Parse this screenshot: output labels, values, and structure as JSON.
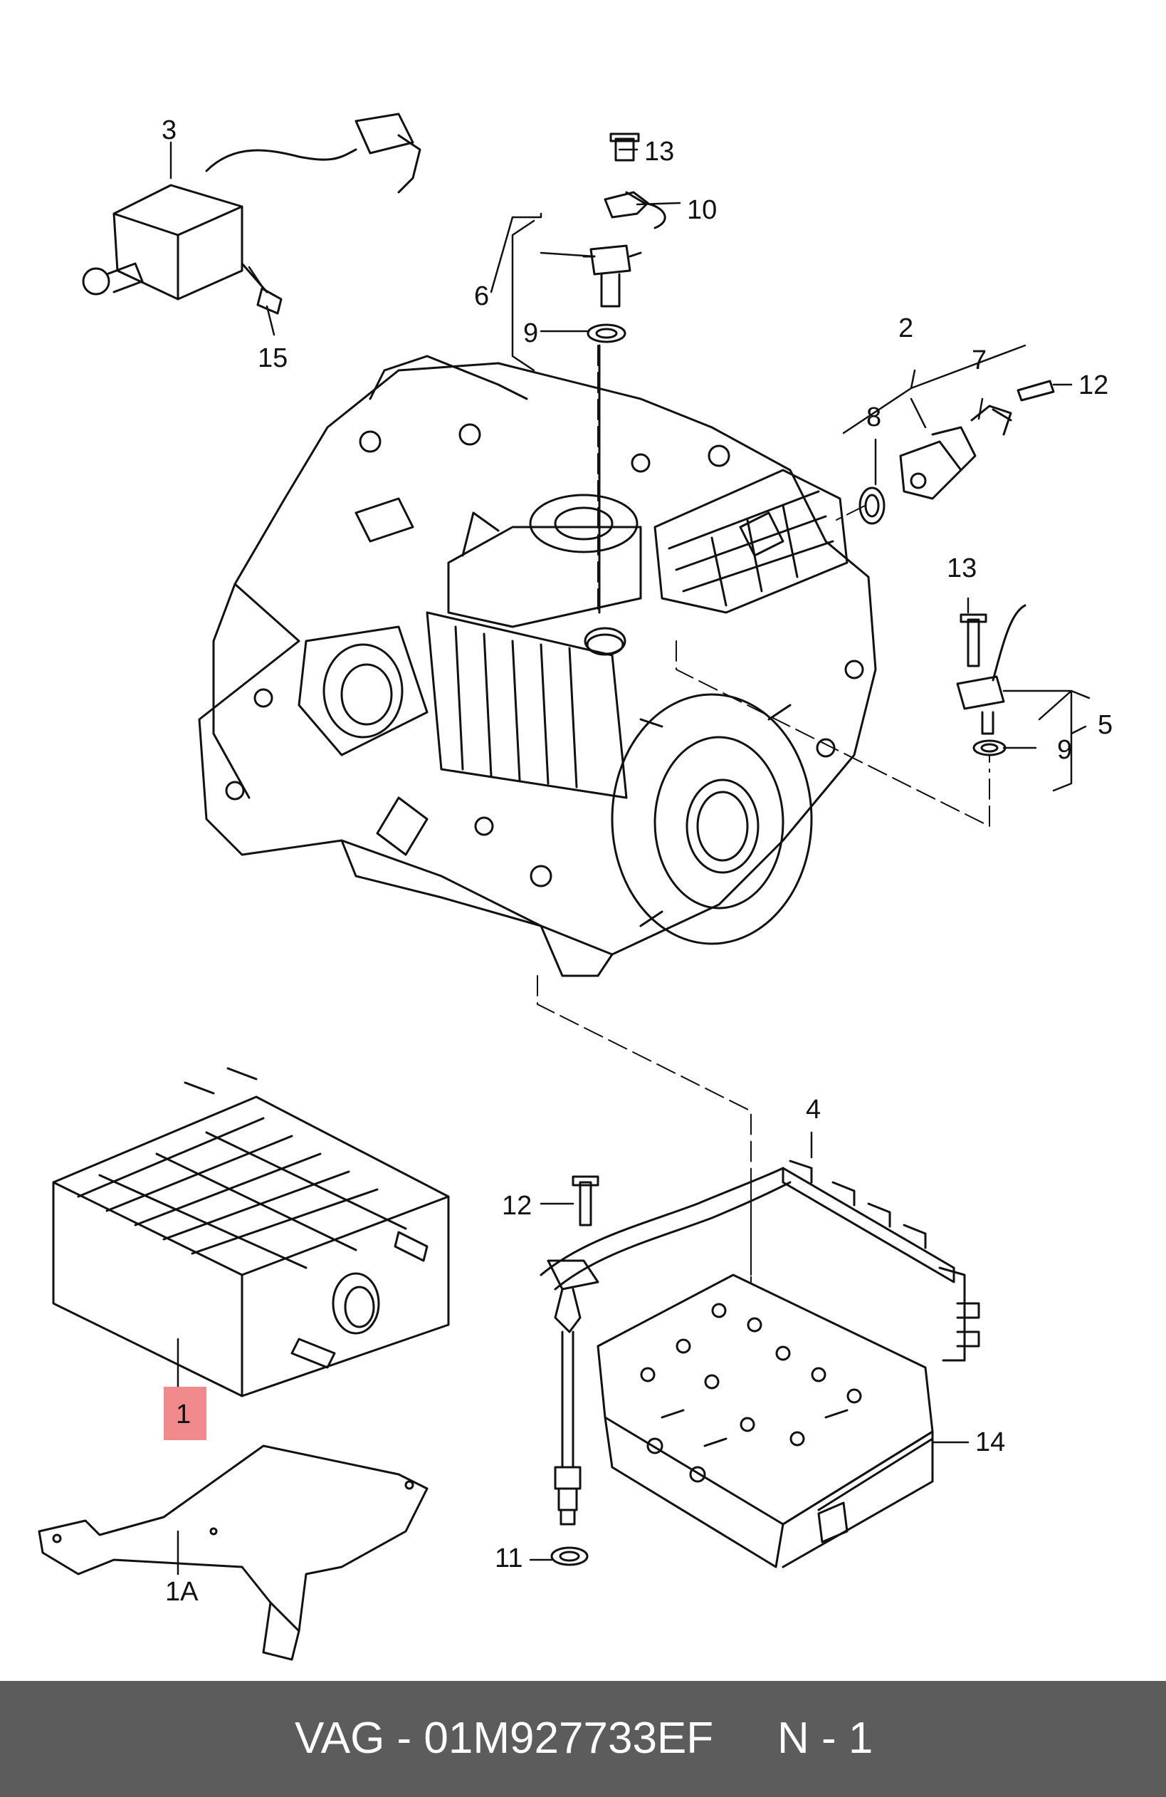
{
  "diagram": {
    "callouts": {
      "c1": "1",
      "c1A": "1A",
      "c2": "2",
      "c3": "3",
      "c4": "4",
      "c5": "5",
      "c6": "6",
      "c7": "7",
      "c8": "8",
      "c9_top": "9",
      "c9_right": "9",
      "c10": "10",
      "c11": "11",
      "c12_top": "12",
      "c12_bottom": "12",
      "c13_top": "13",
      "c13_right": "13",
      "c14": "14",
      "c15": "15"
    },
    "highlight_color": "#f08a8c",
    "line_color": "#111111"
  },
  "footer": {
    "part_label": "VAG - 01M927733EF",
    "qty_label": "N - 1",
    "background": "#5c5c5c",
    "text_color": "#ffffff"
  }
}
